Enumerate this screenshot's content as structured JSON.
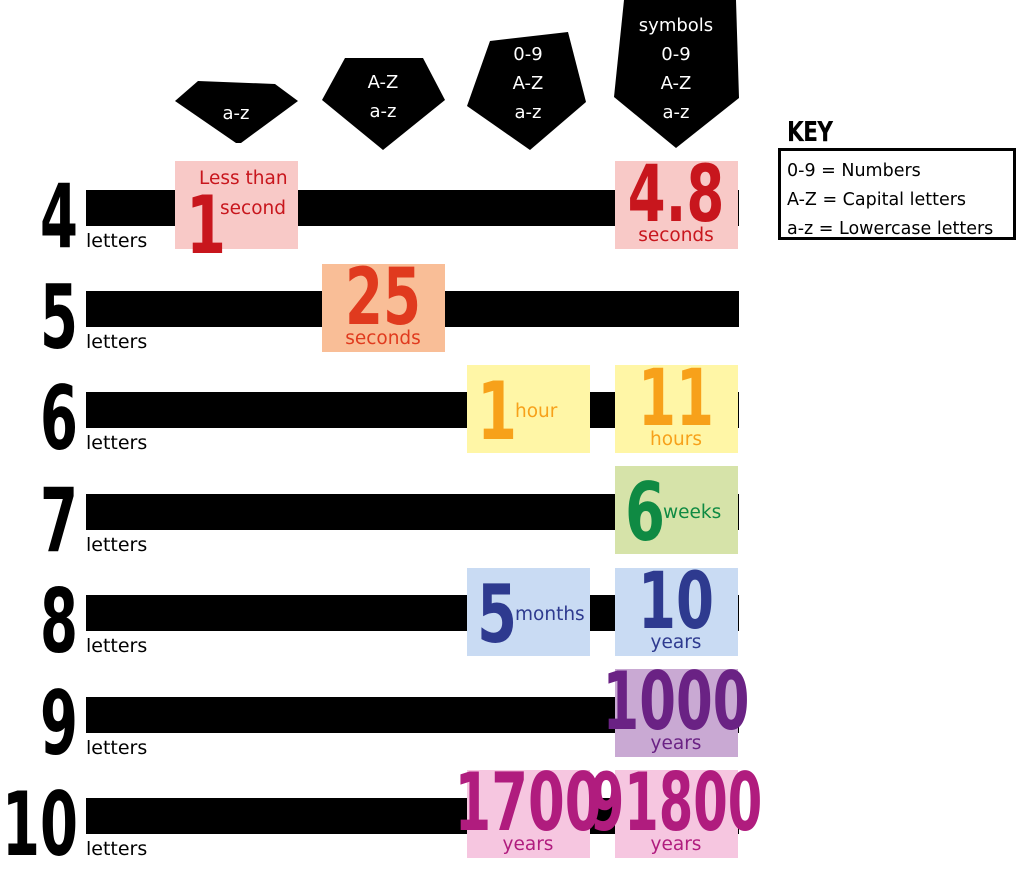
{
  "columns": [
    {
      "id": "lower",
      "lines": [
        "a-z"
      ]
    },
    {
      "id": "upper-lower",
      "lines": [
        "A-Z",
        "a-z"
      ]
    },
    {
      "id": "num-upper-lower",
      "lines": [
        "0-9",
        "A-Z",
        "a-z"
      ]
    },
    {
      "id": "sym-num-upper-lower",
      "lines": [
        "symbols",
        "0-9",
        "A-Z",
        "a-z"
      ]
    }
  ],
  "rows": [
    {
      "length": "4",
      "unit": "letters"
    },
    {
      "length": "5",
      "unit": "letters"
    },
    {
      "length": "6",
      "unit": "letters"
    },
    {
      "length": "7",
      "unit": "letters"
    },
    {
      "length": "8",
      "unit": "letters"
    },
    {
      "length": "9",
      "unit": "letters"
    },
    {
      "length": "10",
      "unit": "letters"
    }
  ],
  "cells": [
    {
      "row": 0,
      "col": 0,
      "value": "1",
      "label": [
        "Less than",
        "second"
      ],
      "style": "pre-side",
      "bg": "#f8c9c7",
      "fg": "#c8161d"
    },
    {
      "row": 0,
      "col": 3,
      "value": "4.8",
      "label": [
        "seconds"
      ],
      "style": "stack",
      "bg": "#f8c9c7",
      "fg": "#c8161d"
    },
    {
      "row": 1,
      "col": 1,
      "value": "25",
      "label": [
        "seconds"
      ],
      "style": "stack",
      "bg": "#f9be97",
      "fg": "#e03a1e"
    },
    {
      "row": 2,
      "col": 2,
      "value": "1",
      "label": [
        "hour"
      ],
      "style": "side",
      "bg": "#fff6a6",
      "fg": "#f7a11a"
    },
    {
      "row": 2,
      "col": 3,
      "value": "11",
      "label": [
        "hours"
      ],
      "style": "stack",
      "bg": "#fff6a6",
      "fg": "#f7a11a"
    },
    {
      "row": 3,
      "col": 3,
      "value": "6",
      "label": [
        "weeks"
      ],
      "style": "side",
      "bg": "#d6e3a9",
      "fg": "#0f8a43"
    },
    {
      "row": 4,
      "col": 2,
      "value": "5",
      "label": [
        "months"
      ],
      "style": "side",
      "bg": "#c9dbf3",
      "fg": "#2e3a8f"
    },
    {
      "row": 4,
      "col": 3,
      "value": "10",
      "label": [
        "years"
      ],
      "style": "stack",
      "bg": "#c9dbf3",
      "fg": "#2e3a8f"
    },
    {
      "row": 5,
      "col": 3,
      "value": "1000",
      "label": [
        "years"
      ],
      "style": "stack",
      "bg": "#c9a9d3",
      "fg": "#6a2284"
    },
    {
      "row": 6,
      "col": 2,
      "value": "1700",
      "label": [
        "years"
      ],
      "style": "stack",
      "bg": "#f6c6e0",
      "fg": "#b01c7e"
    },
    {
      "row": 6,
      "col": 3,
      "value": "91800",
      "label": [
        "years"
      ],
      "style": "stack",
      "bg": "#f6c6e0",
      "fg": "#b01c7e"
    }
  ],
  "key": {
    "title": "KEY",
    "lines": [
      "0-9 = Numbers",
      "A-Z = Capital letters",
      "a-z = Lowercase letters"
    ]
  }
}
